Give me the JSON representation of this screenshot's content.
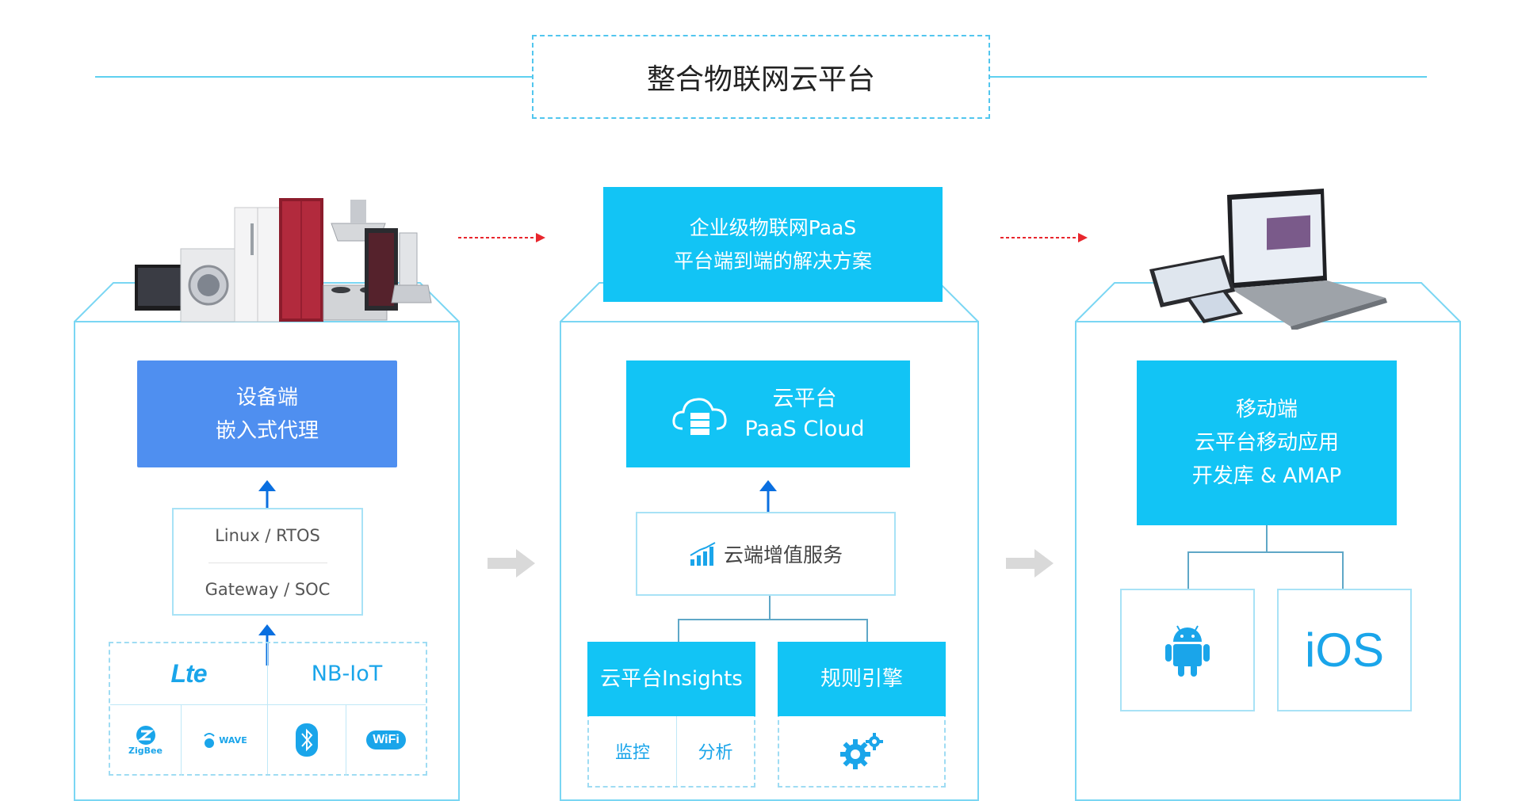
{
  "header": {
    "title": "整合物联网云平台"
  },
  "colors": {
    "accent": "#12c4f5",
    "device_blue": "#4f8ff0",
    "border": "#7ad6f3",
    "arrow": "#0a6fe0",
    "red_arrow": "#e8262d"
  },
  "device": {
    "box_line1": "设备端",
    "box_line2": "嵌入式代理",
    "os_line1": "Linux / RTOS",
    "os_line2": "Gateway / SOC",
    "protocols": {
      "lte": "Lte",
      "nbiot": "NB-IoT",
      "zigbee": "ZigBee",
      "zwave": "WAVE",
      "wifi": "WiFi"
    }
  },
  "cloud": {
    "banner_line1": "企业级物联网PaaS",
    "banner_line2": "平台端到端的解决方案",
    "box_line1": "云平台",
    "box_line2": "PaaS Cloud",
    "vas_label": "云端增值服务",
    "insights_title": "云平台Insights",
    "insights_items": [
      "监控",
      "分析"
    ],
    "rules_title": "规则引擎"
  },
  "mobile": {
    "box_line1": "移动端",
    "box_line2": "云平台移动应用",
    "box_line3": "开发库 & AMAP",
    "ios_label": "iOS"
  }
}
